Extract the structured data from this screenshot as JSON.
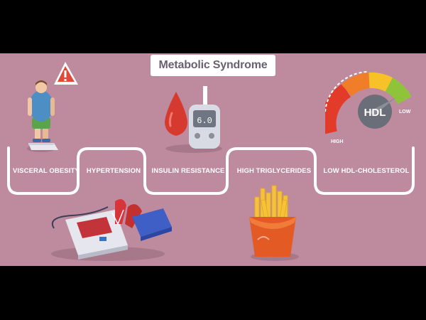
{
  "title": "Metabolic Syndrome",
  "labels": [
    {
      "text": "VISCERAL OBESITY"
    },
    {
      "text": "HYPERTENSION"
    },
    {
      "text": "INSULIN RESISTANCE"
    },
    {
      "text": "HIGH TRIGLYCERIDES"
    },
    {
      "text": "LOW HDL-CHOLESTEROL"
    }
  ],
  "gauge": {
    "center_text": "HDL",
    "high": "HIGH",
    "low": "LOW"
  },
  "meter_display": "6.0",
  "colors": {
    "background": "#bd8b9d",
    "band": "#ffffff",
    "title_text": "#6a6170"
  }
}
